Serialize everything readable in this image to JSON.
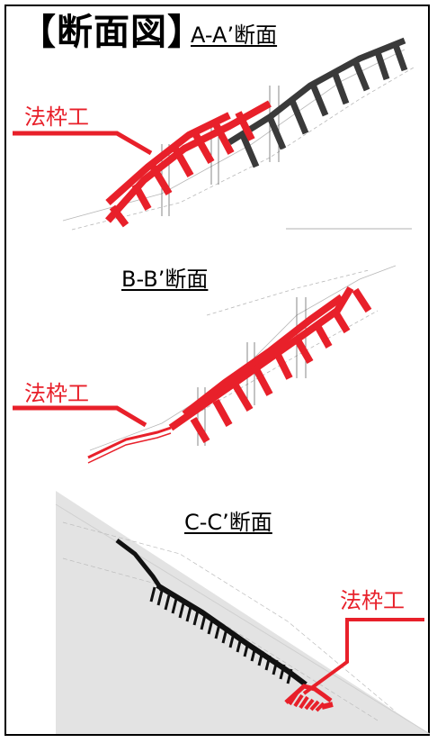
{
  "title": "【断面図】",
  "sections": {
    "a": "A-A’断面",
    "b": "B-B’断面",
    "c": "C-C’断面"
  },
  "labels": {
    "frame_work": "法枠工"
  },
  "colors": {
    "frame_red": "#e8202a",
    "existing_black": "#1a1a1a",
    "ground_gray": "#d9d9d9"
  }
}
